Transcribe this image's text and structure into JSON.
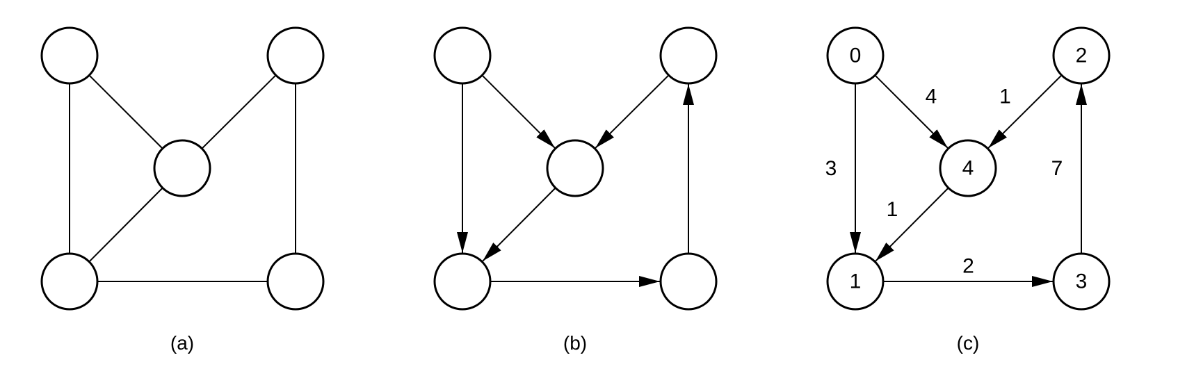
{
  "graphs": [
    {
      "caption": "(a)",
      "directed": false,
      "nodes": [
        {
          "id": "tl",
          "label": ""
        },
        {
          "id": "tr",
          "label": ""
        },
        {
          "id": "c",
          "label": ""
        },
        {
          "id": "bl",
          "label": ""
        },
        {
          "id": "br",
          "label": ""
        }
      ],
      "edges": [
        {
          "from": "tl",
          "to": "bl",
          "weight": ""
        },
        {
          "from": "tl",
          "to": "c",
          "weight": ""
        },
        {
          "from": "tr",
          "to": "c",
          "weight": ""
        },
        {
          "from": "tr",
          "to": "br",
          "weight": ""
        },
        {
          "from": "c",
          "to": "bl",
          "weight": ""
        },
        {
          "from": "bl",
          "to": "br",
          "weight": ""
        }
      ]
    },
    {
      "caption": "(b)",
      "directed": true,
      "nodes": [
        {
          "id": "tl",
          "label": ""
        },
        {
          "id": "tr",
          "label": ""
        },
        {
          "id": "c",
          "label": ""
        },
        {
          "id": "bl",
          "label": ""
        },
        {
          "id": "br",
          "label": ""
        }
      ],
      "edges": [
        {
          "from": "tl",
          "to": "bl",
          "weight": ""
        },
        {
          "from": "tl",
          "to": "c",
          "weight": ""
        },
        {
          "from": "tr",
          "to": "c",
          "weight": ""
        },
        {
          "from": "c",
          "to": "bl",
          "weight": ""
        },
        {
          "from": "bl",
          "to": "br",
          "weight": ""
        },
        {
          "from": "br",
          "to": "tr",
          "weight": ""
        }
      ]
    },
    {
      "caption": "(c)",
      "directed": true,
      "nodes": [
        {
          "id": "tl",
          "label": "0"
        },
        {
          "id": "tr",
          "label": "2"
        },
        {
          "id": "c",
          "label": "4"
        },
        {
          "id": "bl",
          "label": "1"
        },
        {
          "id": "br",
          "label": "3"
        }
      ],
      "edges": [
        {
          "from": "tl",
          "to": "bl",
          "weight": "3"
        },
        {
          "from": "tl",
          "to": "c",
          "weight": "4"
        },
        {
          "from": "tr",
          "to": "c",
          "weight": "1"
        },
        {
          "from": "c",
          "to": "bl",
          "weight": "1"
        },
        {
          "from": "bl",
          "to": "br",
          "weight": "2"
        },
        {
          "from": "br",
          "to": "tr",
          "weight": "7"
        }
      ]
    }
  ]
}
